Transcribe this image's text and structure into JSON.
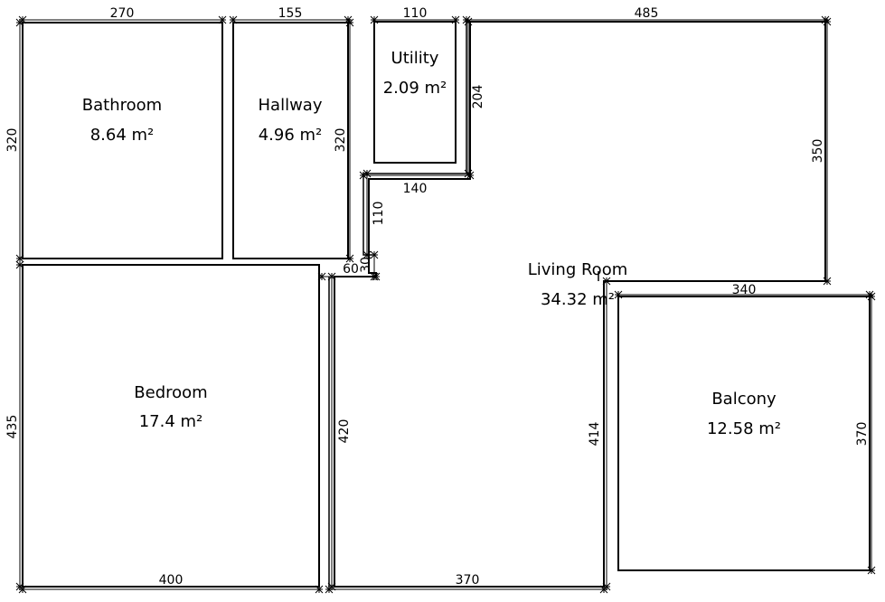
{
  "rooms": {
    "bathroom": {
      "name": "Bathroom",
      "area": "8.64 m²"
    },
    "hallway": {
      "name": "Hallway",
      "area": "4.96 m²"
    },
    "utility": {
      "name": "Utility",
      "area": "2.09 m²"
    },
    "living_room": {
      "name": "Living Room",
      "area": "34.32 m²"
    },
    "bedroom": {
      "name": "Bedroom",
      "area": "17.4 m²"
    },
    "balcony": {
      "name": "Balcony",
      "area": "12.58 m²"
    }
  },
  "dimensions": {
    "bathroom_width": "270",
    "bathroom_height": "320",
    "hallway_width": "155",
    "hallway_height": "320",
    "utility_width": "110",
    "living_top_width": "485",
    "living_right_height": "350",
    "living_step_height": "204",
    "living_step_width": "140",
    "living_notch_height": "110",
    "living_notch_small": "30",
    "living_notch_width": "60",
    "living_left_height": "420",
    "living_bottom_width": "370",
    "living_inner_height": "414",
    "bedroom_height": "435",
    "bedroom_width": "400",
    "balcony_width": "340",
    "balcony_height": "370"
  }
}
